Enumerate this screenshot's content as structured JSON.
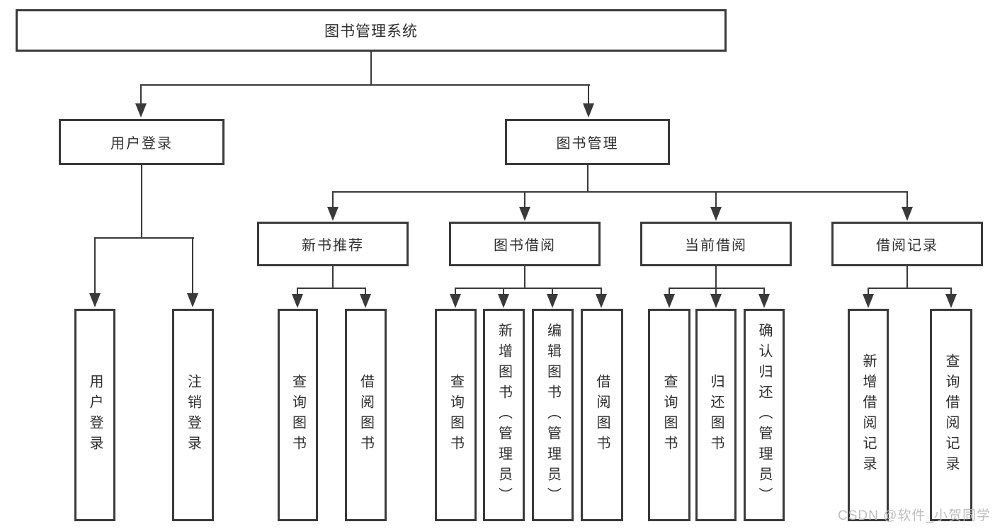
{
  "root": {
    "label": "图书管理系统"
  },
  "user_login": {
    "label": "用户登录",
    "children": {
      "login": "用户登录",
      "logout": "注销登录"
    }
  },
  "book_mgmt": {
    "label": "图书管理"
  },
  "new_books": {
    "label": "新书推荐",
    "children": {
      "query": "查询图书",
      "borrow": "借阅图书"
    }
  },
  "book_borrow": {
    "label": "图书借阅",
    "children": {
      "query": "查询图书",
      "add": "新增图书（管理员）",
      "edit": "编辑图书（管理员）",
      "borrow": "借阅图书"
    }
  },
  "current_borrow": {
    "label": "当前借阅",
    "children": {
      "query": "查询图书",
      "return": "归还图书",
      "confirm": "确认归还（管理员）"
    }
  },
  "borrow_records": {
    "label": "借阅记录",
    "children": {
      "add": "新增借阅记录",
      "query": "查询借阅记录"
    }
  },
  "watermark": "CSDN @软件_小贺同学",
  "colors": {
    "line": "#3a3a3a",
    "text": "#2f2f2f",
    "background": "#ffffff",
    "watermark": "#bbbbbb"
  }
}
